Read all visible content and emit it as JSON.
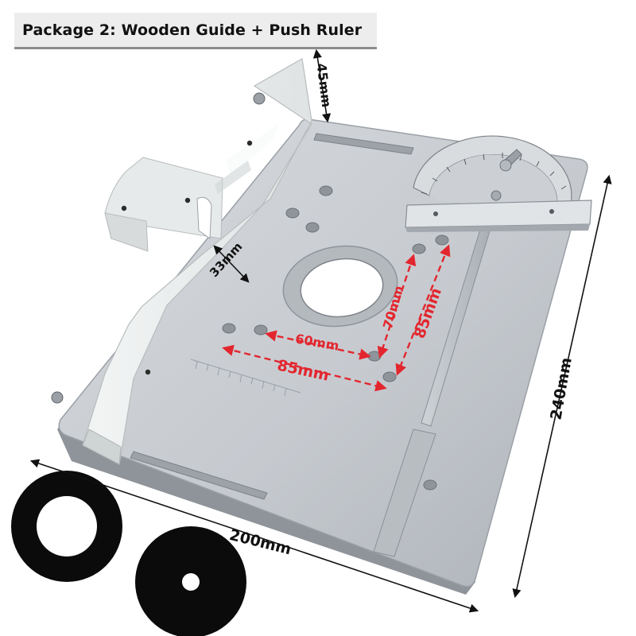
{
  "header": {
    "title": "Package 2: Wooden Guide + Push Ruler"
  },
  "dimensions": {
    "fence_height": "45mm",
    "fence_gap": "33mm",
    "hole_spacing_horizontal_short": "60mm",
    "hole_spacing_horizontal_long": "85mm",
    "hole_spacing_vertical_short": "70mm",
    "hole_spacing_vertical_long": "85mm",
    "plate_width": "200mm",
    "plate_length": "240mm"
  },
  "colors": {
    "dimension_red": "#e3262e",
    "dimension_black": "#111111",
    "plate_silver": "#c9cdd1",
    "fence_white": "#ebeeee",
    "ring_black": "#0b0b0b"
  }
}
